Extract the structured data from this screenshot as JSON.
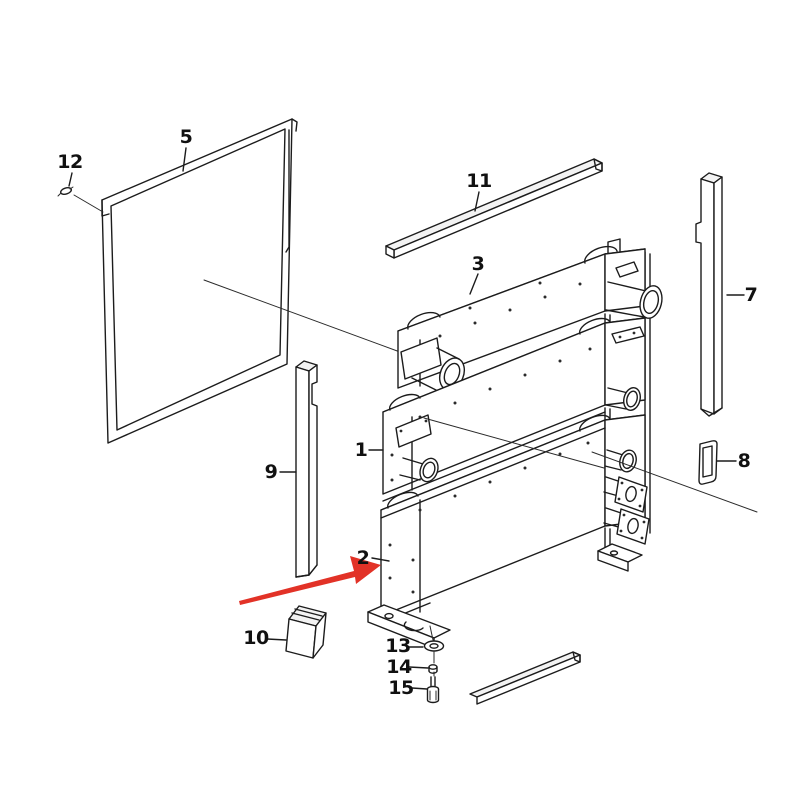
{
  "diagram": {
    "type": "exploded-parts-diagram",
    "colors": {
      "background": "#ffffff",
      "line": "#1c1c1c",
      "arrow": "#e23227"
    },
    "parts": [
      {
        "number": "1"
      },
      {
        "number": "2"
      },
      {
        "number": "3"
      },
      {
        "number": "5"
      },
      {
        "number": "7"
      },
      {
        "number": "8"
      },
      {
        "number": "9"
      },
      {
        "number": "10"
      },
      {
        "number": "11"
      },
      {
        "number": "12"
      },
      {
        "number": "13"
      },
      {
        "number": "14"
      },
      {
        "number": "15"
      }
    ],
    "arrow": {
      "color": "#e23227",
      "points_to_part": "2"
    }
  }
}
